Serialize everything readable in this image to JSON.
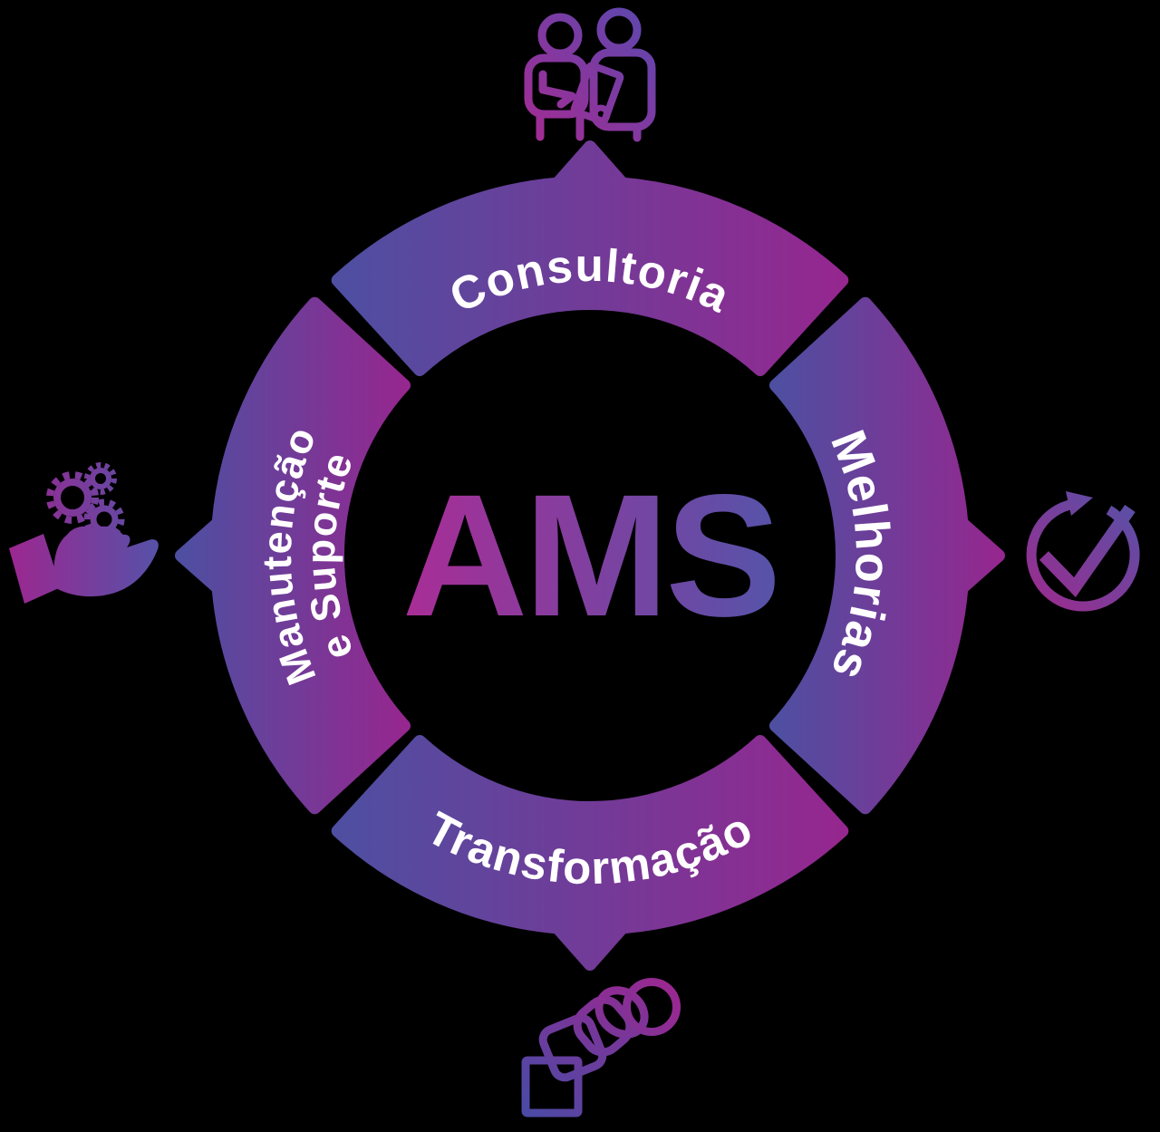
{
  "diagram": {
    "type": "cycle-ring",
    "center_label": "AMS",
    "background": "#000000",
    "segments": [
      {
        "label": "Consultoria",
        "position": "top",
        "icon": "two-people-consulting",
        "points_to": "top-icon"
      },
      {
        "label": "Melhorias",
        "position": "right",
        "icon": "clock-with-checkmark",
        "points_to": "right-icon"
      },
      {
        "label": "Transformação",
        "position": "bottom",
        "icon": "square-to-circle-transformation",
        "points_to": "bottom-icon"
      },
      {
        "label": "Manutenção",
        "label_line2": "e Suporte",
        "position": "left",
        "icon": "hand-holding-gears",
        "points_to": "left-icon"
      }
    ],
    "colors": {
      "segment_gradient_start": "#4e4fa1",
      "segment_gradient_end": "#95278f",
      "ams_gradient_start": "#a92d96",
      "ams_gradient_end": "#5653a9",
      "label_text": "#ffffff",
      "icon_magenta": "#9c2790",
      "icon_blue": "#5552a8",
      "icon_people_start": "#a22c94",
      "icon_people_end": "#5b48ae",
      "icon_shapes_start": "#4a4aa5",
      "icon_shapes_end": "#9c2790"
    }
  }
}
